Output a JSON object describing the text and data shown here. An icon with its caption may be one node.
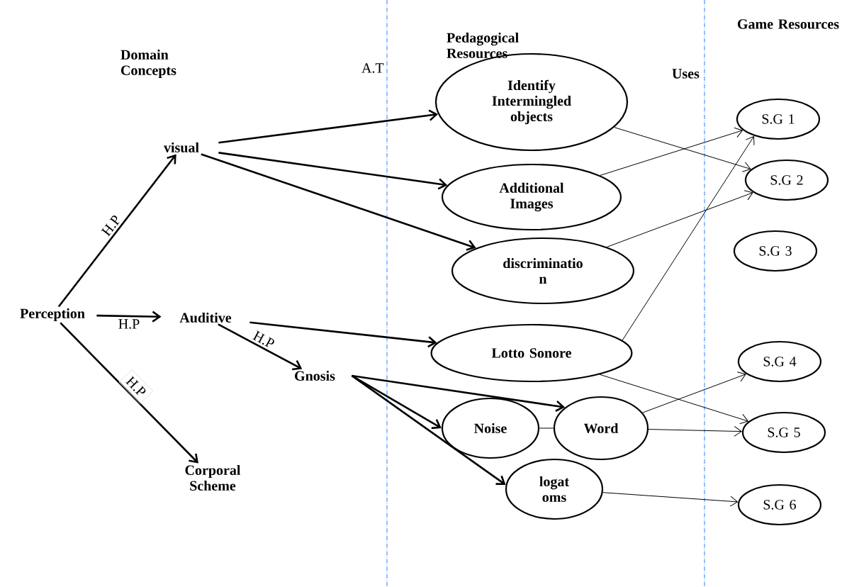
{
  "diagram": {
    "nodes": [
      {
        "text": [
          "Perception"
        ]
      },
      {
        "text": [
          "visual"
        ]
      },
      {
        "text": [
          "Auditive"
        ]
      },
      {
        "text": [
          "Corporal Scheme"
        ]
      },
      {
        "text": [
          "Gnosis"
        ]
      },
      {
        "text": [
          "Identify Intermingled objects"
        ]
      },
      {
        "text": [
          "Additional Images"
        ]
      },
      {
        "text": [
          "discriminatio n"
        ]
      },
      {
        "text": [
          "Lotto Sonore"
        ]
      },
      {
        "text": [
          "Noise"
        ]
      },
      {
        "text": [
          "Word"
        ]
      },
      {
        "text": [
          "logat oms"
        ]
      },
      {
        "text": [
          "S.G 1"
        ]
      },
      {
        "text": [
          "S.G 2"
        ]
      },
      {
        "text": [
          "S.G 3"
        ]
      },
      {
        "text": [
          "S.G 4"
        ]
      },
      {
        "text": [
          "S.G 5"
        ]
      },
      {
        "text": [
          "S.G 6"
        ]
      }
    ],
    "edges": [
      {
        "from": 0,
        "to": 1,
        "arrow": "to",
        "label": "H.P"
      },
      {
        "from": 0,
        "to": 2,
        "arrow": "to",
        "label": "H.P"
      },
      {
        "from": 0,
        "to": 3,
        "arrow": "to",
        "label": "H.P"
      },
      {
        "from": 2,
        "to": 4,
        "arrow": "to",
        "label": "H.P"
      },
      {
        "from": 1,
        "to": 5,
        "arrow": "to"
      },
      {
        "from": 1,
        "to": 6,
        "arrow": "to"
      },
      {
        "from": 1,
        "to": 7,
        "arrow": "to"
      },
      {
        "from": 2,
        "to": 8,
        "arrow": "to"
      },
      {
        "from": 4,
        "to": 10,
        "arrow": "to"
      },
      {
        "from": 4,
        "to": 9,
        "arrow": "to"
      },
      {
        "from": 4,
        "to": 11,
        "arrow": "to"
      },
      {
        "from": 9,
        "to": 10,
        "arrow": "none"
      },
      {
        "from": 5,
        "to": 13,
        "arrow": "to"
      },
      {
        "from": 6,
        "to": 12,
        "arrow": "to"
      },
      {
        "from": 7,
        "to": 13,
        "arrow": "to"
      },
      {
        "from": 8,
        "to": 12,
        "arrow": "to"
      },
      {
        "from": 8,
        "to": 16,
        "arrow": "to"
      },
      {
        "from": 10,
        "to": 15,
        "arrow": "to"
      },
      {
        "from": 10,
        "to": 16,
        "arrow": "to"
      },
      {
        "from": 11,
        "to": 17,
        "arrow": "to"
      }
    ],
    "labels": [
      "Domain Concepts",
      "Pedagogical Resources",
      "Game Resources",
      "A.T",
      "Uses"
    ]
  }
}
